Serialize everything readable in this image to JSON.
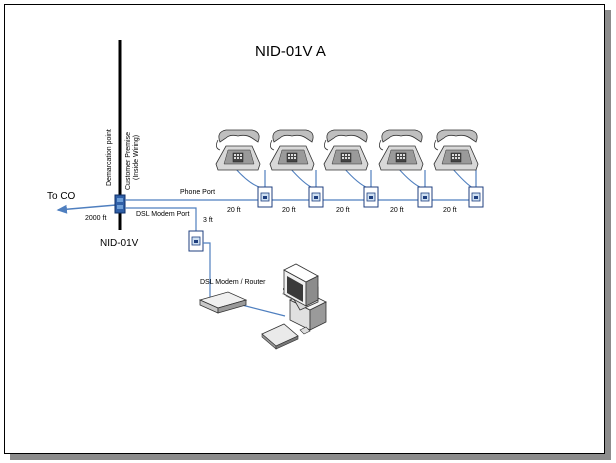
{
  "diagram": {
    "title": "NID-01V A",
    "labels": {
      "demarcation": "Demarcation point",
      "customer_premise_line1": "Customer Premise",
      "customer_premise_line2": "(Inside Wiring)",
      "to_co": "To CO",
      "co_distance": "2000 ft",
      "nid_name": "NID-01V",
      "phone_port": "Phone Port",
      "dsl_modem_port": "DSL Modem Port",
      "modem_distance": "3 ft",
      "modem_router": "DSL Modem / Router"
    },
    "phone_segments": [
      "20 ft",
      "20 ft",
      "20 ft",
      "20 ft",
      "20 ft"
    ],
    "icons": {
      "phones": [
        "telephone-icon",
        "telephone-icon",
        "telephone-icon",
        "telephone-icon",
        "telephone-icon"
      ],
      "jacks": [
        "phone-jack-icon",
        "phone-jack-icon",
        "phone-jack-icon",
        "phone-jack-icon",
        "phone-jack-icon"
      ],
      "modem_jack": "modem-jack-icon",
      "modem": "dsl-modem-icon",
      "computer": "computer-icon",
      "nid": "nid-box-icon"
    },
    "colors": {
      "wire": "#4f7fbf",
      "jack_border": "#1f3f7f",
      "jack_fill": "#cfe0f2",
      "nid": "#2f5fa7",
      "post": "#000000"
    }
  }
}
